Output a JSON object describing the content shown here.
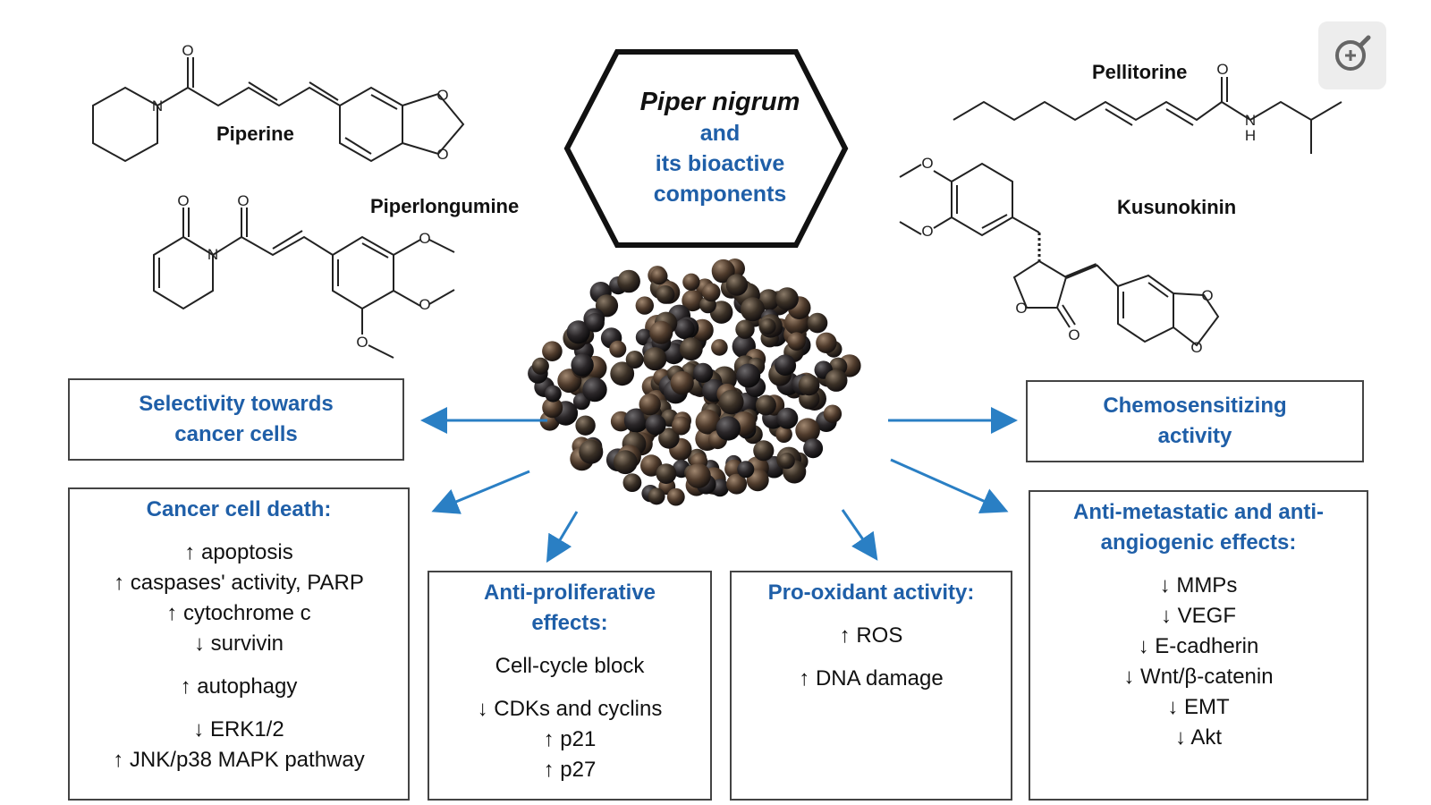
{
  "center": {
    "title": "Piper nigrum",
    "subtitle_lines": [
      "and",
      "its bioactive",
      "components"
    ]
  },
  "molecules": {
    "piperine": "Piperine",
    "piperlongumine": "Piperlongumine",
    "pellitorine": "Pellitorine",
    "kusunokinin": "Kusunokinin"
  },
  "atoms": {
    "o": "O",
    "n": "N",
    "h": "H"
  },
  "boxes": {
    "selectivity": {
      "title_lines": [
        "Selectivity towards",
        "cancer cells"
      ]
    },
    "chemosensitizing": {
      "title_lines": [
        "Chemosensitizing",
        "activity"
      ]
    },
    "cancer_cell_death": {
      "title": "Cancer cell death:",
      "items": [
        "↑ apoptosis",
        "↑ caspases' activity, PARP",
        "↑ cytochrome c",
        "↓ survivin",
        "↑ autophagy",
        "↓ ERK1/2",
        "↑ JNK/p38 MAPK pathway"
      ]
    },
    "anti_proliferative": {
      "title_lines": [
        "Anti-proliferative",
        "effects:"
      ],
      "items": [
        "Cell-cycle block",
        "↓ CDKs and cyclins",
        "↑ p21",
        "↑ p27"
      ]
    },
    "pro_oxidant": {
      "title": "Pro-oxidant activity:",
      "items": [
        "↑ ROS",
        "↑ DNA damage"
      ]
    },
    "anti_metastatic": {
      "title_lines": [
        "Anti-metastatic and anti-",
        "angiogenic effects:"
      ],
      "items": [
        "↓ MMPs",
        "↓ VEGF",
        "↓ E-cadherin",
        "↓ Wnt/β-catenin",
        "↓ EMT",
        "↓ Akt"
      ]
    }
  },
  "colors": {
    "accent": "#1f5fa8",
    "arrow": "#2a7fc4",
    "text": "#111111"
  },
  "icons": {
    "zoom": "zoom-in-icon"
  }
}
